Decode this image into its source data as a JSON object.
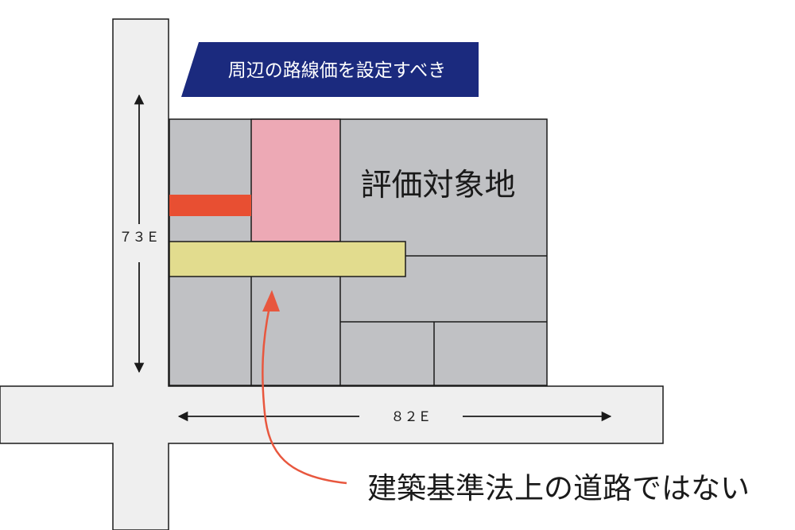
{
  "banner": {
    "text": "周辺の路線価を設定すべき",
    "color": "#1b2a7e"
  },
  "target_label": "評価対象地",
  "road_vertical_label": "７３Ｅ",
  "road_horizontal_label": "８２Ｅ",
  "annotation": "建築基準法上の道路ではない",
  "colors": {
    "road": "#efefef",
    "lot": "#c0c1c4",
    "pink_lot": "#eda9b5",
    "yellow_strip": "#e2dc8e",
    "red_strip": "#e84f32",
    "arrow_accent": "#e8573e",
    "line": "#1a1a1a"
  }
}
